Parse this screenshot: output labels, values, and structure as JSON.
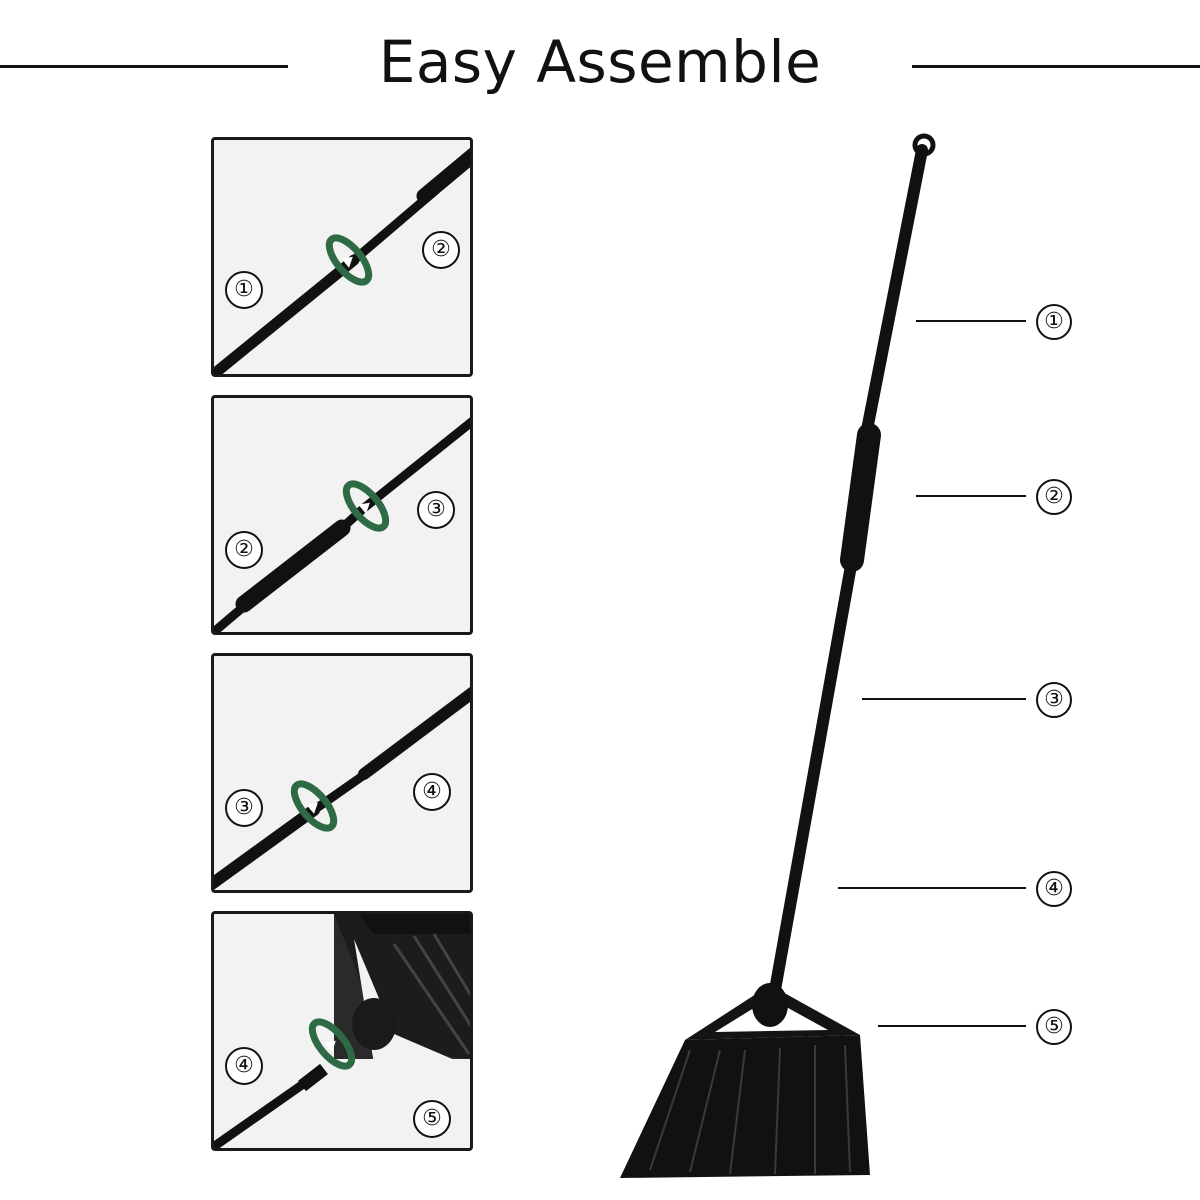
{
  "title": "Easy Assemble",
  "colors": {
    "ink": "#111111",
    "panel_bg": "#f2f2f2",
    "ring": "#2e6b45"
  },
  "steps": [
    {
      "left_label": "①",
      "right_label": "②"
    },
    {
      "left_label": "②",
      "right_label": "③"
    },
    {
      "left_label": "③",
      "right_label": "④"
    },
    {
      "left_label": "④",
      "right_label": "⑤"
    }
  ],
  "broom_labels": [
    "①",
    "②",
    "③",
    "④",
    "⑤"
  ]
}
